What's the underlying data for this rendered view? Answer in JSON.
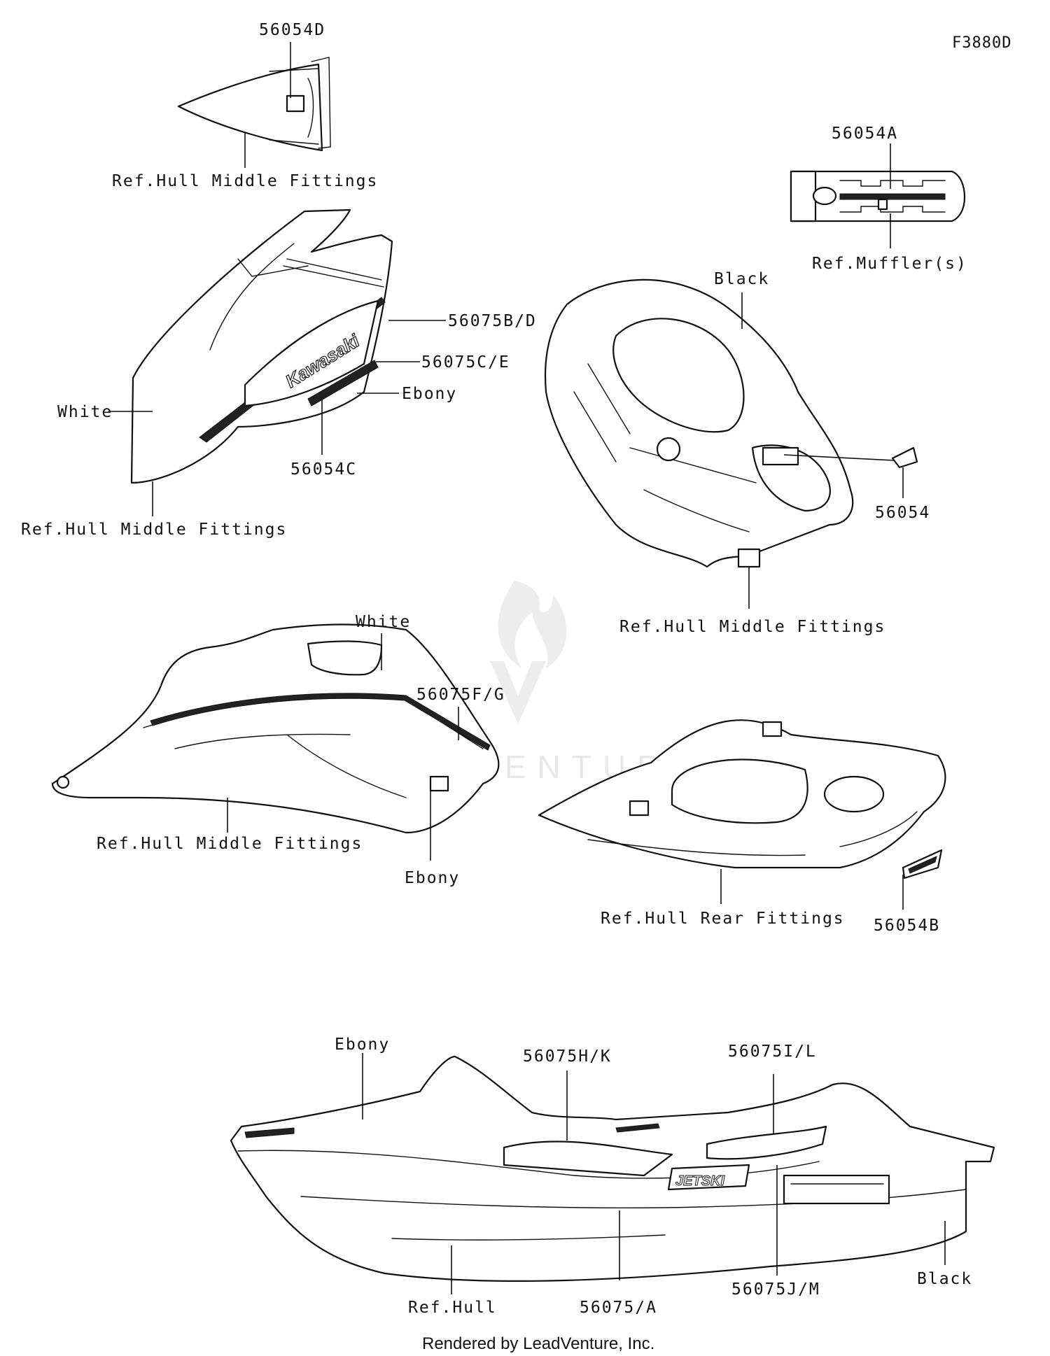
{
  "diagram_code": "F3880D",
  "footer": "Rendered by LeadVenture, Inc.",
  "watermark": "LEADVENTURE",
  "brand_decal": "Kawasaki",
  "model_decal": "JETSKI",
  "labels": {
    "p1_part": "56054D",
    "p1_ref": "Ref.Hull Middle Fittings",
    "p2_part_a": "56075B/D",
    "p2_part_b": "56075C/E",
    "p2_color_ebony": "Ebony",
    "p2_color_white": "White",
    "p2_part_c": "56054C",
    "p2_ref": "Ref.Hull Middle Fittings",
    "p3_part": "56054A",
    "p3_ref": "Ref.Muffler(s)",
    "p4_color": "Black",
    "p4_part": "56054",
    "p4_ref": "Ref.Hull Middle Fittings",
    "p5_color_white": "White",
    "p5_part": "56075F/G",
    "p5_ref": "Ref.Hull Middle Fittings",
    "p5_color_ebony": "Ebony",
    "p6_ref": "Ref.Hull Rear Fittings",
    "p6_part": "56054B",
    "p7_color_ebony": "Ebony",
    "p7_part_hk": "56075H/K",
    "p7_part_il": "56075I/L",
    "p7_color_black": "Black",
    "p7_ref": "Ref.Hull",
    "p7_part_a": "56075/A",
    "p7_part_jm": "56075J/M"
  }
}
